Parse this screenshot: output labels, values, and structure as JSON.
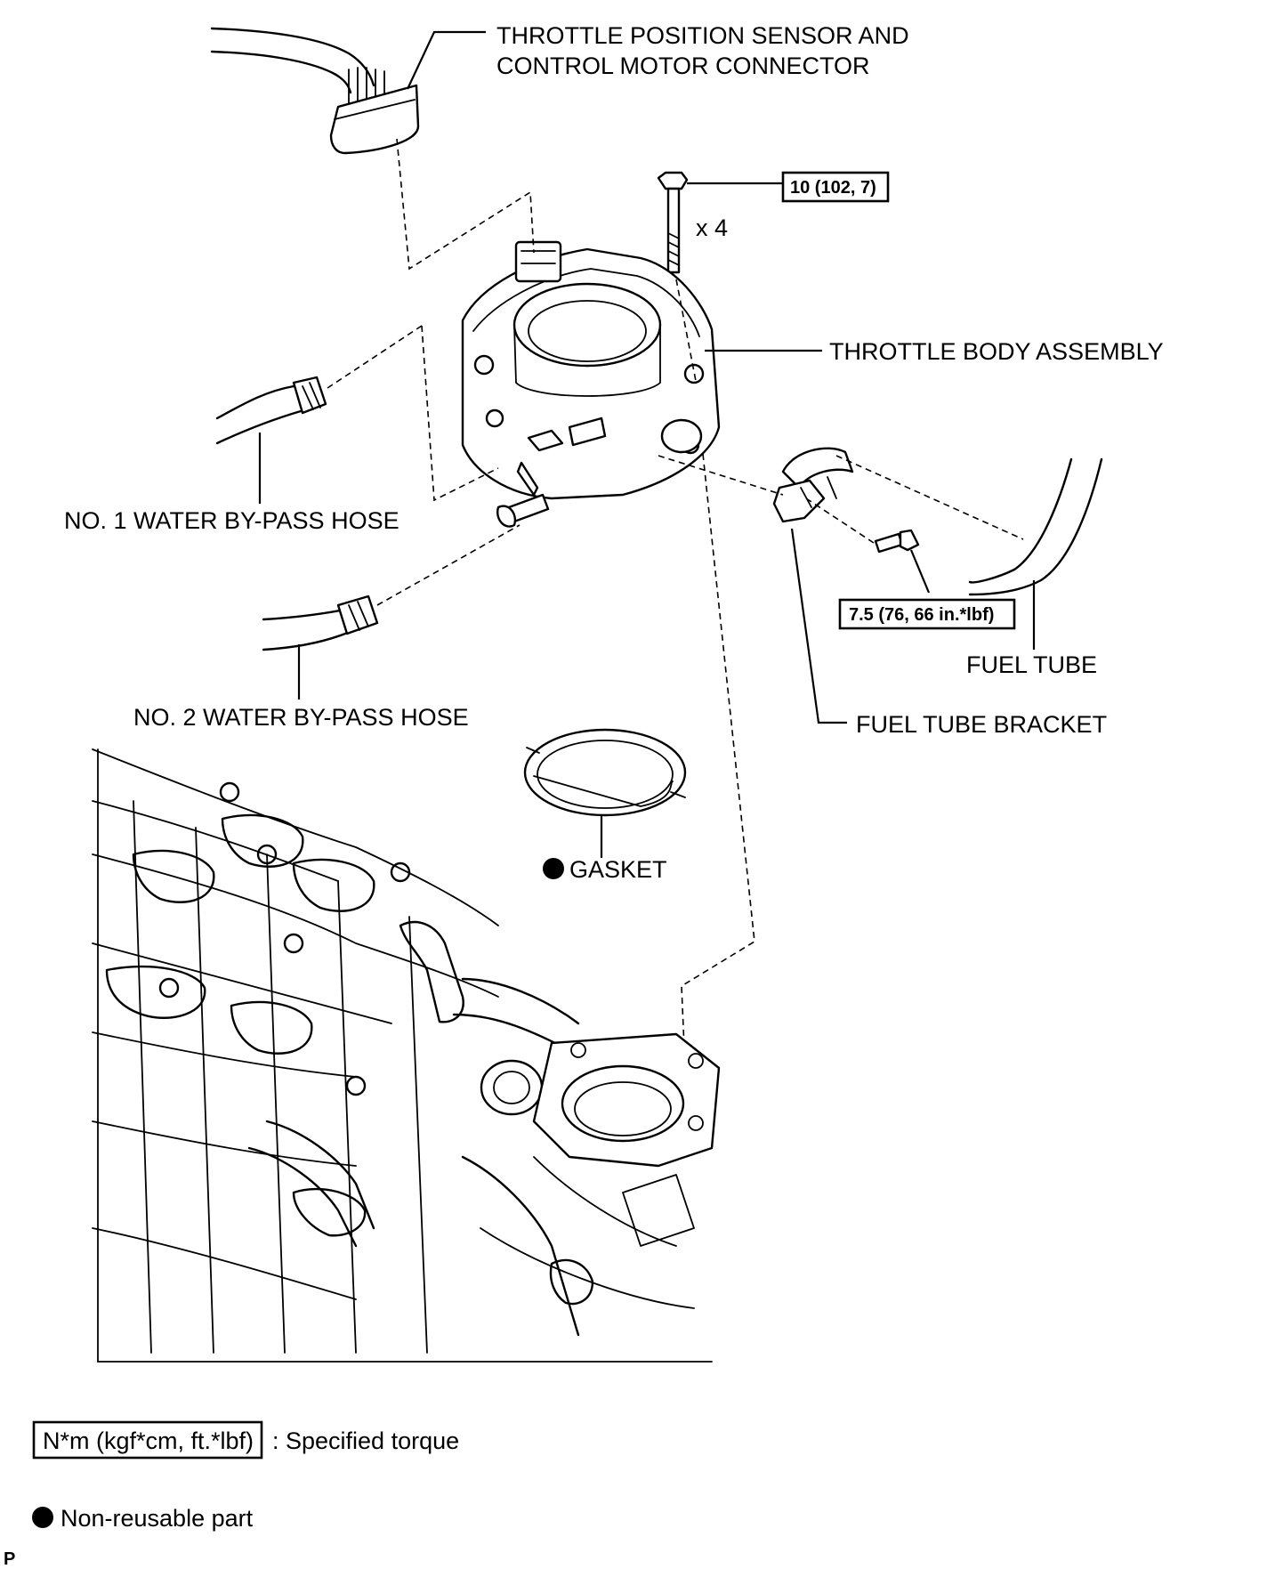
{
  "labels": {
    "connector_line1": "THROTTLE POSITION SENSOR AND",
    "connector_line2": "CONTROL MOTOR CONNECTOR",
    "throttle_body": "THROTTLE BODY ASSEMBLY",
    "water_hose_1": "NO. 1 WATER BY-PASS HOSE",
    "water_hose_2": "NO. 2 WATER BY-PASS HOSE",
    "fuel_tube": "FUEL TUBE",
    "fuel_tube_bracket": "FUEL TUBE BRACKET",
    "gasket": "GASKET",
    "bolt_qty": "x 4"
  },
  "torques": {
    "throttle_body_bolt": "10 (102, 7)",
    "bracket_bolt": "7.5 (76, 66 in.*lbf)"
  },
  "legend": {
    "torque_unit": "N*m (kgf*cm, ft.*lbf)",
    "torque_desc": ": Specified torque",
    "nonreusable": "Non-reusable part"
  },
  "footer_mark": "P"
}
